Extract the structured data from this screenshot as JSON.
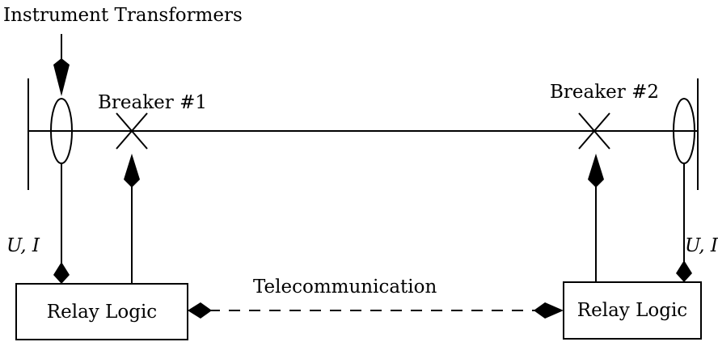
{
  "labels": {
    "instrument_transformers": "Instrument Transformers",
    "breaker_1": "Breaker #1",
    "breaker_2": "Breaker #2",
    "measurement_left": "U, I",
    "measurement_right": "U, I",
    "telecommunication": "Telecommunication"
  },
  "relays": {
    "left": "Relay Logic",
    "right": "Relay Logic"
  },
  "colors": {
    "stroke": "#000000",
    "background": "#ffffff"
  }
}
